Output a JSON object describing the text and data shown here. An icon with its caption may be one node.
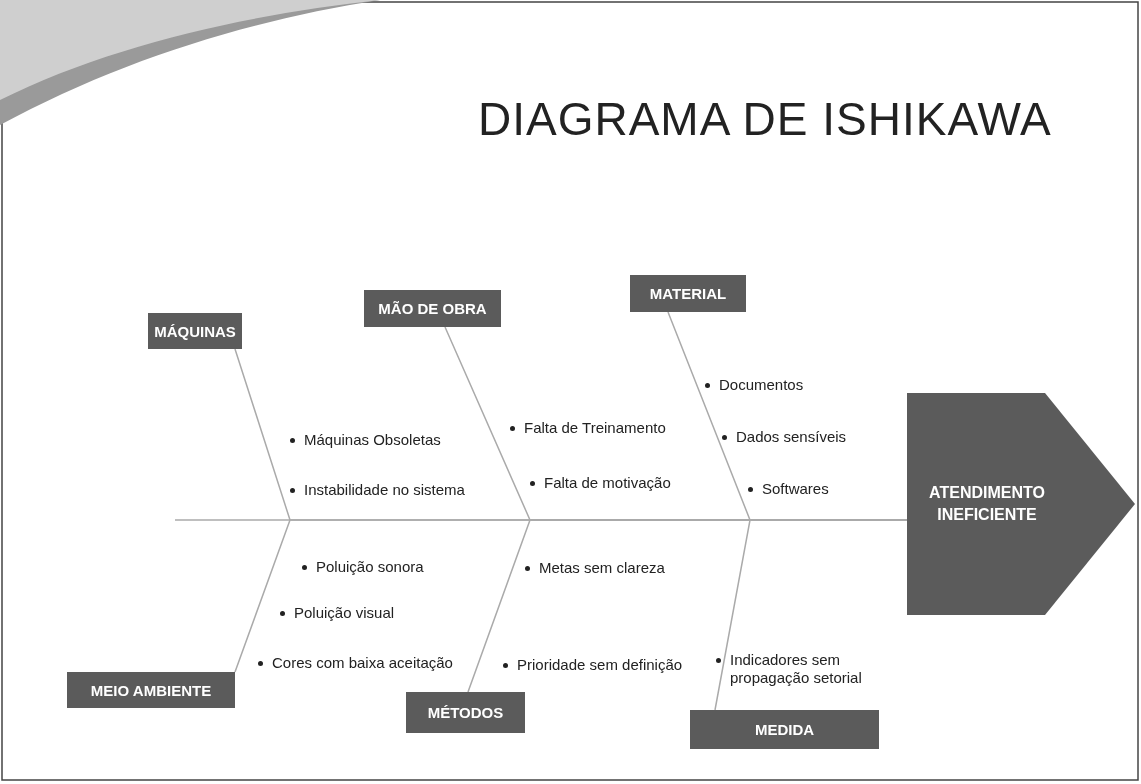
{
  "diagram": {
    "title": "DIAGRAMA DE ISHIKAWA",
    "nodes": [
      {
        "text": [
          "MÁQUINAS"
        ]
      },
      {
        "text": [
          "MÃO DE OBRA"
        ]
      },
      {
        "text": [
          "MATERIAL"
        ]
      },
      {
        "text": [
          "MEIO AMBIENTE"
        ]
      },
      {
        "text": [
          "MÉTODOS"
        ]
      },
      {
        "text": [
          "MEDIDA"
        ]
      },
      {
        "text": [
          "ATENDIMENTO INEFICIENTE"
        ]
      }
    ],
    "edges": [
      {
        "from": 0,
        "to": 6,
        "arrow": "none"
      },
      {
        "from": 1,
        "to": 6,
        "arrow": "none"
      },
      {
        "from": 2,
        "to": 6,
        "arrow": "none"
      },
      {
        "from": 3,
        "to": 6,
        "arrow": "none"
      },
      {
        "from": 4,
        "to": 6,
        "arrow": "none"
      },
      {
        "from": 5,
        "to": 6,
        "arrow": "none"
      }
    ],
    "labels": [
      "Documentos",
      "Máquinas Obsoletas",
      "Falta de Treinamento",
      "Dados sensíveis",
      "Instabilidade no sistema",
      "Falta de motivação",
      "Softwares",
      "Poluição sonora",
      "Metas sem clareza",
      "Poluição visual",
      "Cores com baixa aceitação",
      "Prioridade sem definição",
      "Indicadores sem propagação setorial"
    ]
  }
}
